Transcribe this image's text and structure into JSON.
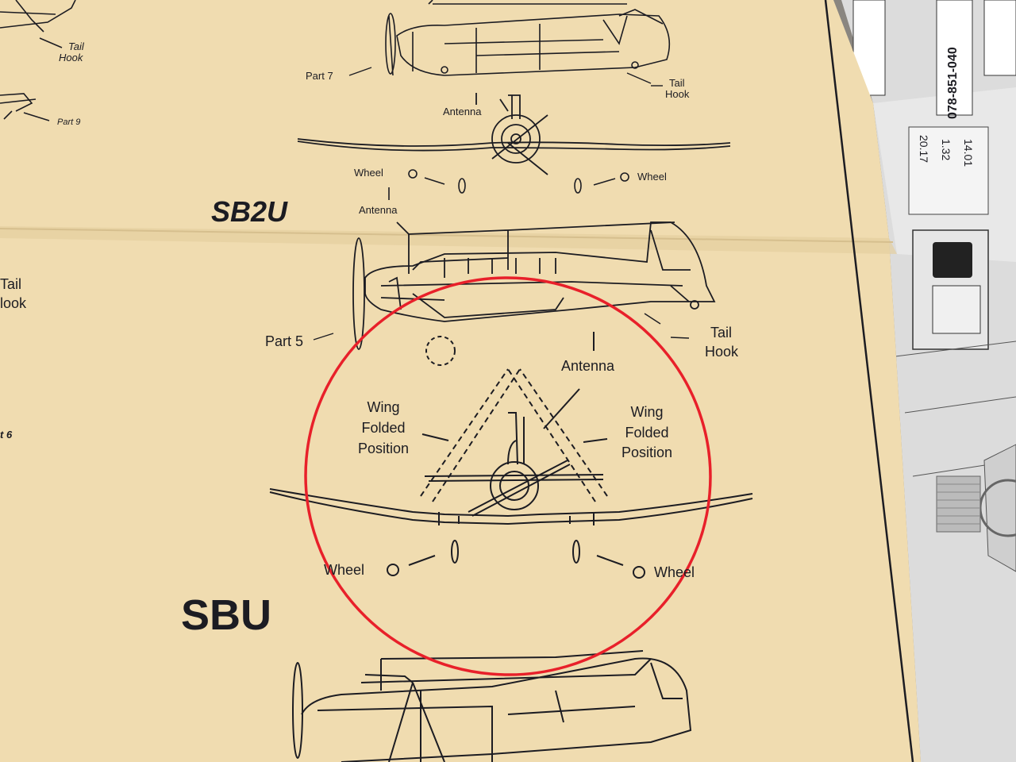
{
  "photo": {
    "paper_color": "#f0dcb0",
    "ink_color": "#1c1c22",
    "highlight_circle_color": "#e8202a"
  },
  "labels": {
    "tail_hook_top_left_1": "Tail",
    "tail_hook_top_left_2": "Hook",
    "part9": "Part 9",
    "part7": "Part 7",
    "tail_hook_top_1": "Tail",
    "tail_hook_top_2": "Hook",
    "antenna_top": "Antenna",
    "wheel_top_left": "Wheel",
    "wheel_top_right": "Wheel",
    "sb2u_title": "SB2U",
    "antenna_side": "Antenna",
    "left_tail_fragment": "Tail",
    "left_hook_fragment": "look",
    "part5": "Part 5",
    "tail_hook_mid_1": "Tail",
    "tail_hook_mid_2": "Hook",
    "antenna_front": "Antenna",
    "wing_left_1": "Wing",
    "wing_left_2": "Folded",
    "wing_left_3": "Position",
    "wing_right_1": "Wing",
    "wing_right_2": "Folded",
    "wing_right_3": "Position",
    "left_t6_fragment": "t 6",
    "wheel_bottom_left": "Wheel",
    "wheel_bottom_right": "Wheel",
    "sbu_title": "SBU",
    "newspaper_phone": "078-851-040",
    "newspaper_num1": "20.17",
    "newspaper_num2": "1.32",
    "newspaper_num3": "14.01"
  }
}
